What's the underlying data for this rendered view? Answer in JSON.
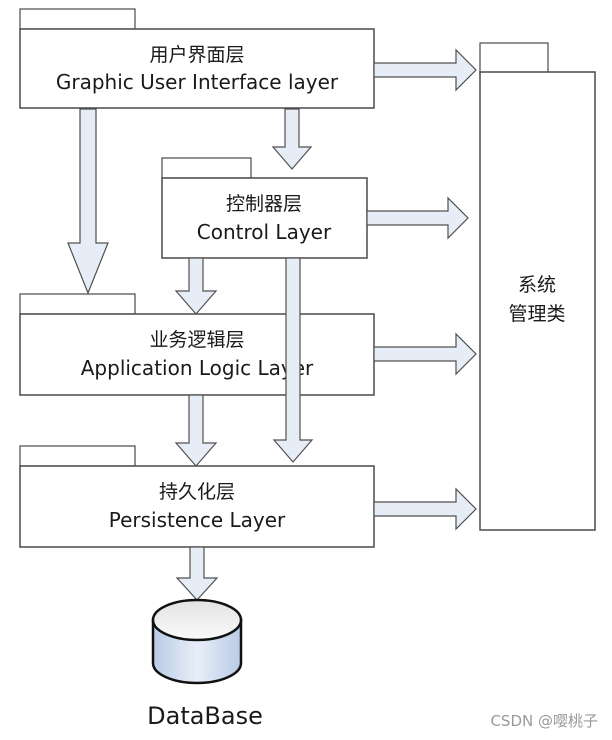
{
  "diagram": {
    "layers": {
      "gui": {
        "zh": "用户界面层",
        "en": "Graphic User Interface layer"
      },
      "control": {
        "zh": "控制器层",
        "en": "Control Layer"
      },
      "logic": {
        "zh": "业务逻辑层",
        "en": "Application Logic Layer"
      },
      "persistence": {
        "zh": "持久化层",
        "en": "Persistence Layer"
      }
    },
    "system_management": {
      "line1": "系统",
      "line2": "管理类"
    },
    "database": {
      "label": "DataBase",
      "icon": "database-cylinder-icon"
    },
    "colors": {
      "arrow_fill": "#e6edf7",
      "outline": "#4a4a4a",
      "db_top": "#efefef",
      "db_body": "#c9d7ec"
    }
  },
  "watermark": "CSDN @嘤桃子"
}
